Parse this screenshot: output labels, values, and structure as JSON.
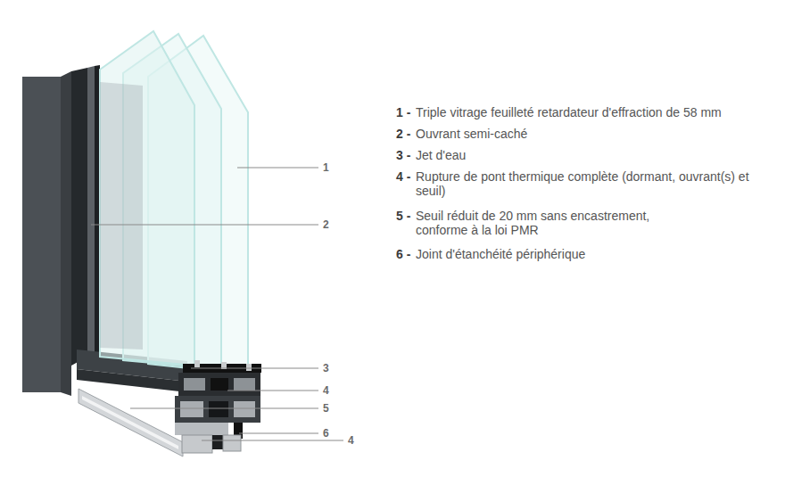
{
  "diagram": {
    "labels": [
      "1",
      "2",
      "3",
      "4",
      "5",
      "6",
      "4",
      "1 -",
      "Triple vitrage feuilleté retardateur d'effraction de 58 mm",
      "2 -",
      "Ouvrant semi-caché",
      "3 -",
      "Jet d'eau",
      "4 -",
      "Rupture de pont thermique complète (dormant, ouvrant(s) et seuil)",
      "5 -",
      "Seuil réduit de 20 mm sans encastrement, conforme à la loi PMR",
      "6 -",
      "Joint d'étanchéité périphérique"
    ]
  }
}
